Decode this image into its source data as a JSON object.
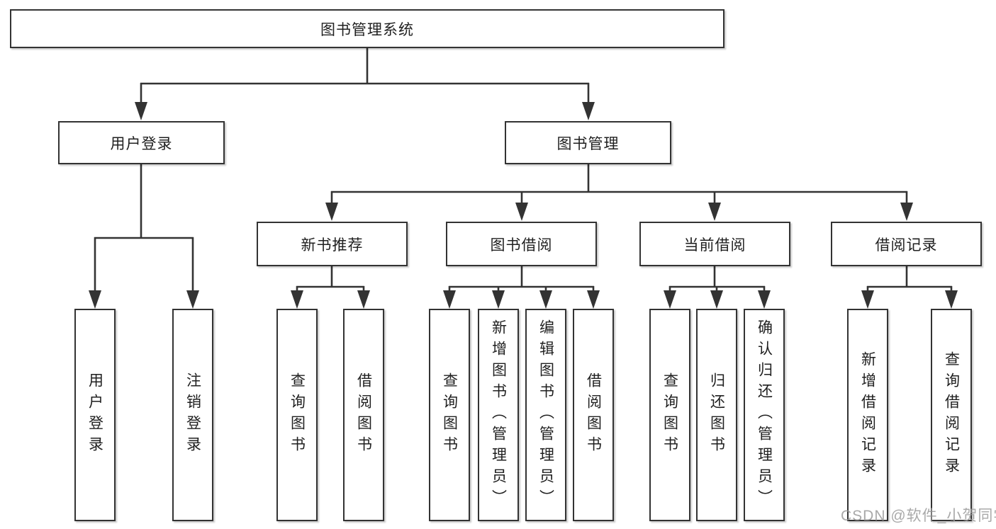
{
  "diagram": {
    "colors": {
      "line": "#333333",
      "text": "#1f1f1f",
      "background": "#ffffff",
      "watermark": "#9b9b9b"
    },
    "root": {
      "label": "图书管理系统"
    },
    "branches": [
      {
        "label": "用户登录",
        "children": [
          {
            "label": "用户登录"
          },
          {
            "label": "注销登录"
          }
        ]
      },
      {
        "label": "图书管理",
        "children": [
          {
            "label": "新书推荐",
            "children": [
              {
                "label": "查询图书"
              },
              {
                "label": "借阅图书"
              }
            ]
          },
          {
            "label": "图书借阅",
            "children": [
              {
                "label": "查询图书"
              },
              {
                "label": "新增图书（管理员）"
              },
              {
                "label": "编辑图书（管理员）"
              },
              {
                "label": "借阅图书"
              }
            ]
          },
          {
            "label": "当前借阅",
            "children": [
              {
                "label": "查询图书"
              },
              {
                "label": "归还图书"
              },
              {
                "label": "确认归还（管理员）"
              }
            ]
          },
          {
            "label": "借阅记录",
            "children": [
              {
                "label": "新增借阅记录"
              },
              {
                "label": "查询借阅记录"
              }
            ]
          }
        ]
      }
    ]
  },
  "watermark": {
    "text": "CSDN @软件_小贺同学"
  }
}
